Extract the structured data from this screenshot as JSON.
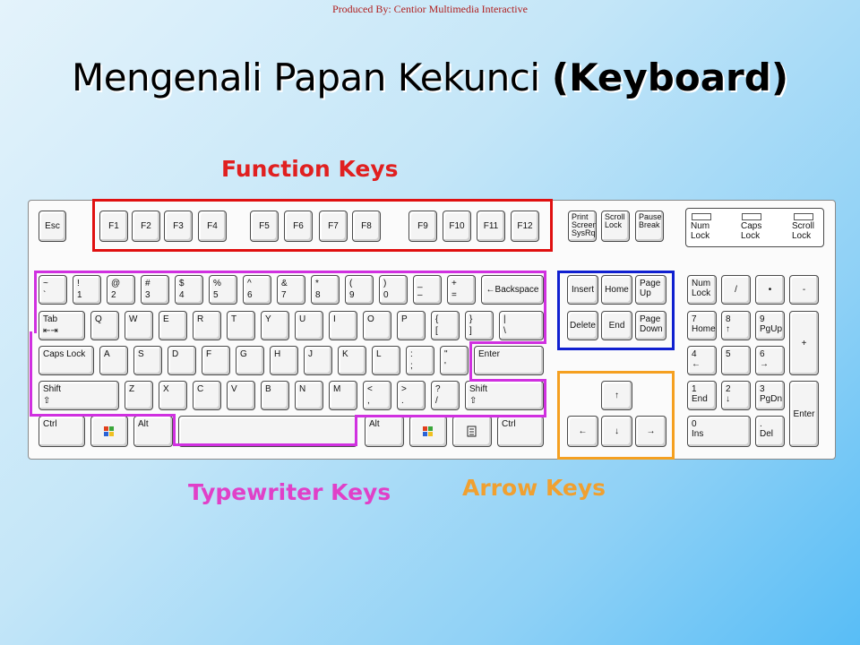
{
  "credit": "Produced By: Centior Multimedia Interactive",
  "title": {
    "part1": "Mengenali Papan Kekunci",
    "part2": "(Keyboard)"
  },
  "labels": {
    "function": "Function Keys",
    "typewriter": "Typewriter Keys",
    "arrow": "Arrow Keys"
  },
  "colors": {
    "function": "#e01010",
    "typewriter": "#d030e0",
    "cursor": "#1020d0",
    "arrow": "#f5a020"
  },
  "keys": {
    "esc": "Esc",
    "f": [
      "F1",
      "F2",
      "F3",
      "F4",
      "F5",
      "F6",
      "F7",
      "F8",
      "F9",
      "F10",
      "F11",
      "F12"
    ],
    "sys": {
      "print1": "Print",
      "print2": "Screen",
      "print3": "SysRq",
      "scroll1": "Scroll",
      "scroll2": "Lock",
      "pause1": "Pause",
      "pause2": "Break"
    },
    "leds": [
      "Num Lock",
      "Caps Lock",
      "Scroll Lock"
    ],
    "row1": [
      {
        "t": "~",
        "b": "`"
      },
      {
        "t": "!",
        "b": "1"
      },
      {
        "t": "@",
        "b": "2"
      },
      {
        "t": "#",
        "b": "3"
      },
      {
        "t": "$",
        "b": "4"
      },
      {
        "t": "%",
        "b": "5"
      },
      {
        "t": "^",
        "b": "6"
      },
      {
        "t": "&",
        "b": "7"
      },
      {
        "t": "*",
        "b": "8"
      },
      {
        "t": "(",
        "b": "9"
      },
      {
        "t": ")",
        "b": "0"
      },
      {
        "t": "_",
        "b": "–"
      },
      {
        "t": "+",
        "b": "="
      }
    ],
    "backspace": "←Backspace",
    "tab": "Tab",
    "row2": [
      "Q",
      "W",
      "E",
      "R",
      "T",
      "Y",
      "U",
      "I",
      "O",
      "P"
    ],
    "row2p": [
      {
        "t": "{",
        "b": "["
      },
      {
        "t": "}",
        "b": "]"
      },
      {
        "t": "|",
        "b": "\\"
      }
    ],
    "caps": "Caps Lock",
    "row3": [
      "A",
      "S",
      "D",
      "F",
      "G",
      "H",
      "J",
      "K",
      "L"
    ],
    "row3p": [
      {
        "t": ":",
        "b": ";"
      },
      {
        "t": "\"",
        "b": "'"
      }
    ],
    "enter": "Enter",
    "shift": "Shift",
    "row4": [
      "Z",
      "X",
      "C",
      "V",
      "B",
      "N",
      "M"
    ],
    "row4p": [
      {
        "t": "<",
        "b": ","
      },
      {
        "t": ">",
        "b": "."
      },
      {
        "t": "?",
        "b": "/"
      }
    ],
    "ctrl": "Ctrl",
    "alt": "Alt",
    "nav": [
      "Insert",
      "Home",
      "Page",
      "Up",
      "Delete",
      "End",
      "Page",
      "Down"
    ],
    "num": {
      "numlock1": "Num",
      "numlock2": "Lock",
      "slash": "/",
      "star": "•",
      "minus": "-",
      "n7": "7",
      "home": "Home",
      "n8": "8",
      "n9": "9",
      "pgup": "PgUp",
      "plus": "+",
      "n4": "4",
      "n5": "5",
      "n6": "6",
      "n1": "1",
      "end": "End",
      "n2": "2",
      "n3": "3",
      "pgdn": "PgDn",
      "enter": "Enter",
      "n0": "0",
      "ins": "Ins",
      "dot": ".",
      "del": "Del"
    },
    "arrows": {
      "up": "↑",
      "left": "←",
      "down": "↓",
      "right": "→"
    }
  }
}
